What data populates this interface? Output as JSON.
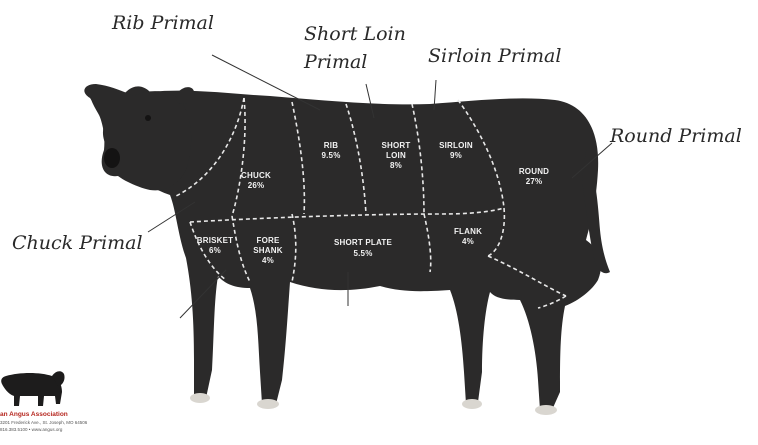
{
  "callouts": {
    "rib": "Rib Primal",
    "short_loin_1": "Short Loin",
    "short_loin_2": "Primal",
    "sirloin": "Sirloin Primal",
    "round": "Round Primal",
    "chuck": "Chuck Primal"
  },
  "cuts": {
    "chuck": {
      "name": "CHUCK",
      "pct": "26%"
    },
    "rib": {
      "name": "RIB",
      "pct": "9.5%"
    },
    "short_loin": {
      "name_1": "SHORT",
      "name_2": "LOIN",
      "pct": "8%"
    },
    "sirloin": {
      "name": "SIRLOIN",
      "pct": "9%"
    },
    "round": {
      "name": "ROUND",
      "pct": "27%"
    },
    "brisket": {
      "name": "BRISKET",
      "pct": "6%"
    },
    "fore_shank": {
      "name_1": "FORE",
      "name_2": "SHANK",
      "pct": "4%"
    },
    "short_plate": {
      "name": "SHORT PLATE",
      "pct": "5.5%"
    },
    "flank": {
      "name": "FLANK",
      "pct": "4%"
    }
  },
  "logo": {
    "title": "an Angus Association",
    "line_1": "3201 Frederick Ave., St. Joseph, MO 64506",
    "line_2": "816.383.5100 • www.angus.org"
  },
  "colors": {
    "cow": "#2b2a2a",
    "cow_shadow": "#1c1b1b",
    "hoof": "#d9d6d0",
    "divider": "#e8e8e8",
    "logo_red": "#b5261e"
  }
}
